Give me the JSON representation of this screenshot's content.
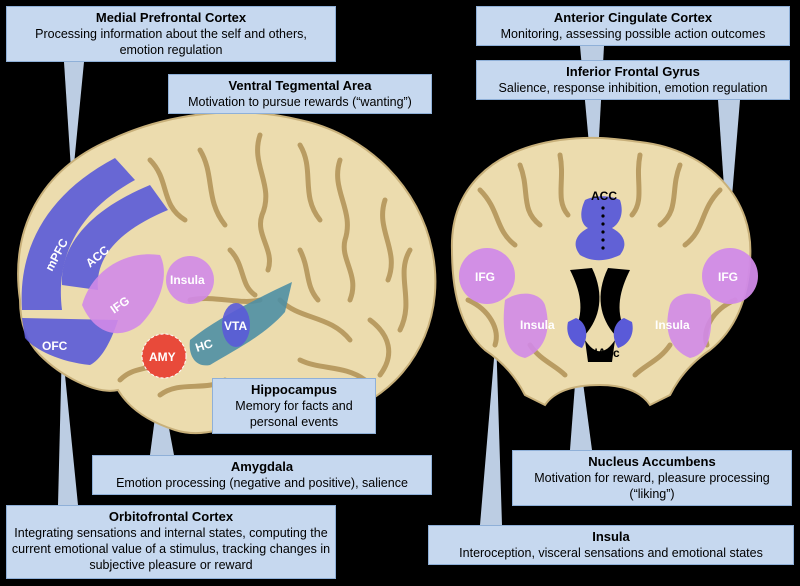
{
  "callouts": {
    "mpfc": {
      "title": "Medial Prefrontal Cortex",
      "desc": "Processing information about the self and others, emotion regulation"
    },
    "vta": {
      "title": "Ventral Tegmental Area",
      "desc": "Motivation to pursue rewards (“wanting”)"
    },
    "acc": {
      "title": "Anterior Cingulate Cortex",
      "desc": "Monitoring, assessing possible action outcomes"
    },
    "ifg": {
      "title": "Inferior Frontal Gyrus",
      "desc": "Salience, response inhibition, emotion regulation"
    },
    "hc": {
      "title": "Hippocampus",
      "desc": "Memory for facts and personal events"
    },
    "amy": {
      "title": "Amygdala",
      "desc": "Emotion processing (negative and positive), salience"
    },
    "nacc": {
      "title": "Nucleus Accumbens",
      "desc": "Motivation for reward, pleasure processing (“liking”)"
    },
    "ofc": {
      "title": "Orbitofrontal Cortex",
      "desc": "Integrating sensations and internal states, computing the current emotional value of a stimulus, tracking changes in subjective pleasure or reward"
    },
    "insula": {
      "title": "Insula",
      "desc": "Interoception, visceral sensations and emotional states"
    }
  },
  "labels": {
    "mpfc": "mPFC",
    "acc": "ACC",
    "ifg": "IFG",
    "insula": "Insula",
    "ofc": "OFC",
    "amy": "AMY",
    "hc": "HC",
    "vta": "VTA",
    "nacc": "NAcc"
  },
  "colors": {
    "background": "#000000",
    "callout_fill": "#c6d8ef",
    "brain": "#ecdcae",
    "sulci": "#b99c62",
    "mpfc_acc": "#5a5ad8",
    "ifg_insula": "#d18ae8",
    "amy": "#e84a3a",
    "hc": "#4f8fa4"
  }
}
